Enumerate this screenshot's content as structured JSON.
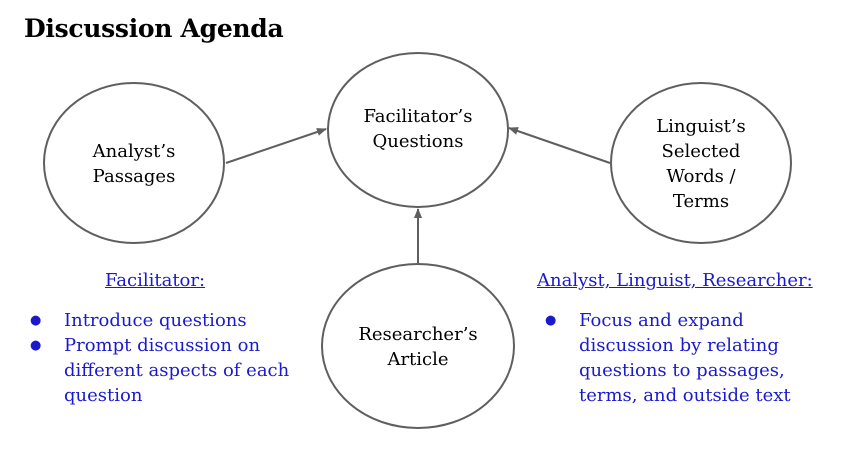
{
  "title": "Discussion Agenda",
  "nodes": {
    "analyst": "Analyst’s\nPassages",
    "facilitator": "Facilitator’s\nQuestions",
    "linguist": "Linguist’s\nSelected\nWords /\nTerms",
    "researcher": "Researcher’s\nArticle"
  },
  "facilitator_section": {
    "heading": "Facilitator:",
    "items": [
      "Introduce questions",
      "Prompt discussion on different aspects of each question"
    ]
  },
  "team_section": {
    "heading": "Analyst, Linguist, Researcher:",
    "items": [
      "Focus and expand discussion by relating questions to passages, terms, and outside text"
    ]
  },
  "colors": {
    "text_blue": "#1a1acc",
    "line": "#5f5f5f"
  }
}
